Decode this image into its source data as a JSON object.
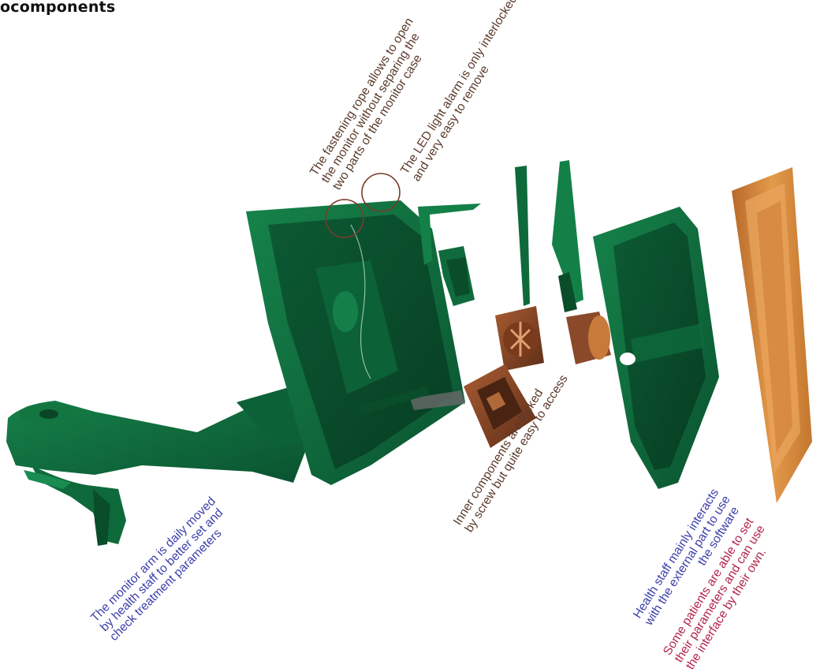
{
  "title": "ocomponents",
  "annotations": {
    "rope": {
      "lines": [
        "The fastening rope allows to open",
        "the monitor without separing the",
        "two parts of the monitor case"
      ],
      "color": "#5a3a2a"
    },
    "led": {
      "lines": [
        "The LED light alarm is only interlocked",
        "and very easy to remove"
      ],
      "color": "#5a3a2a"
    },
    "inner": {
      "lines": [
        "Inner components are locked",
        "by screw but quite easy to access"
      ],
      "color": "#5a3a2a"
    },
    "arm": {
      "lines": [
        "The monitor arm is daily moved",
        "by health staff to better set and",
        "check treatment parameters"
      ],
      "color": "#3b3fa8"
    },
    "staff": {
      "lines": [
        "Health staff mainly interacts",
        "with the external part to use",
        "the software"
      ],
      "color": "#3b3fa8"
    },
    "patients": {
      "lines": [
        "Some patients are able to set",
        "their parameters and can use",
        "the interface by their own."
      ],
      "color": "#b3254a"
    }
  },
  "colors": {
    "case_green": "#0f6b3c",
    "case_dark": "#0a4d2b",
    "inner_brown": "#8a4a2a",
    "front_orange": "#d98a3c"
  }
}
